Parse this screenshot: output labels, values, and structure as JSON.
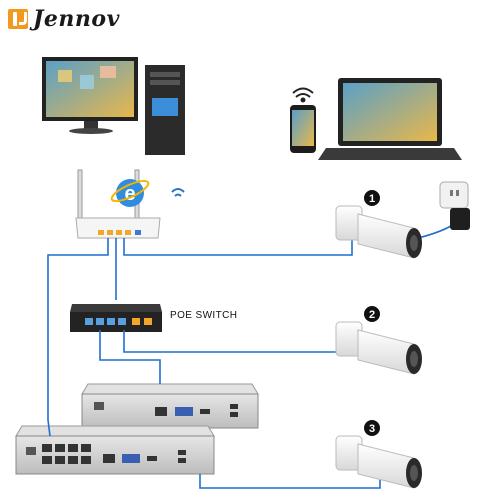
{
  "brand": {
    "name": "Jennov",
    "logo_color": "#f29a1f"
  },
  "poe_switch": {
    "label": "POE SWITCH"
  },
  "cameras": [
    {
      "number": "1",
      "icon": "bullet-camera-icon"
    },
    {
      "number": "2",
      "icon": "bullet-camera-icon"
    },
    {
      "number": "3",
      "icon": "bullet-camera-icon"
    }
  ],
  "devices": {
    "desktop": "desktop-pc-icon",
    "laptop": "laptop-icon",
    "phone": "smartphone-icon",
    "router": "router-icon",
    "internet": "internet-explorer-icon",
    "wifi": "wifi-icon",
    "adapter": "power-adapter-icon",
    "nvr_top": "nvr-icon",
    "nvr_bottom": "poe-nvr-icon"
  },
  "colors": {
    "cable": "#1f6fd1",
    "camera_body": "#f4f4f4",
    "lens": "#2a2a2a",
    "nvr": "#d0d0d0"
  }
}
